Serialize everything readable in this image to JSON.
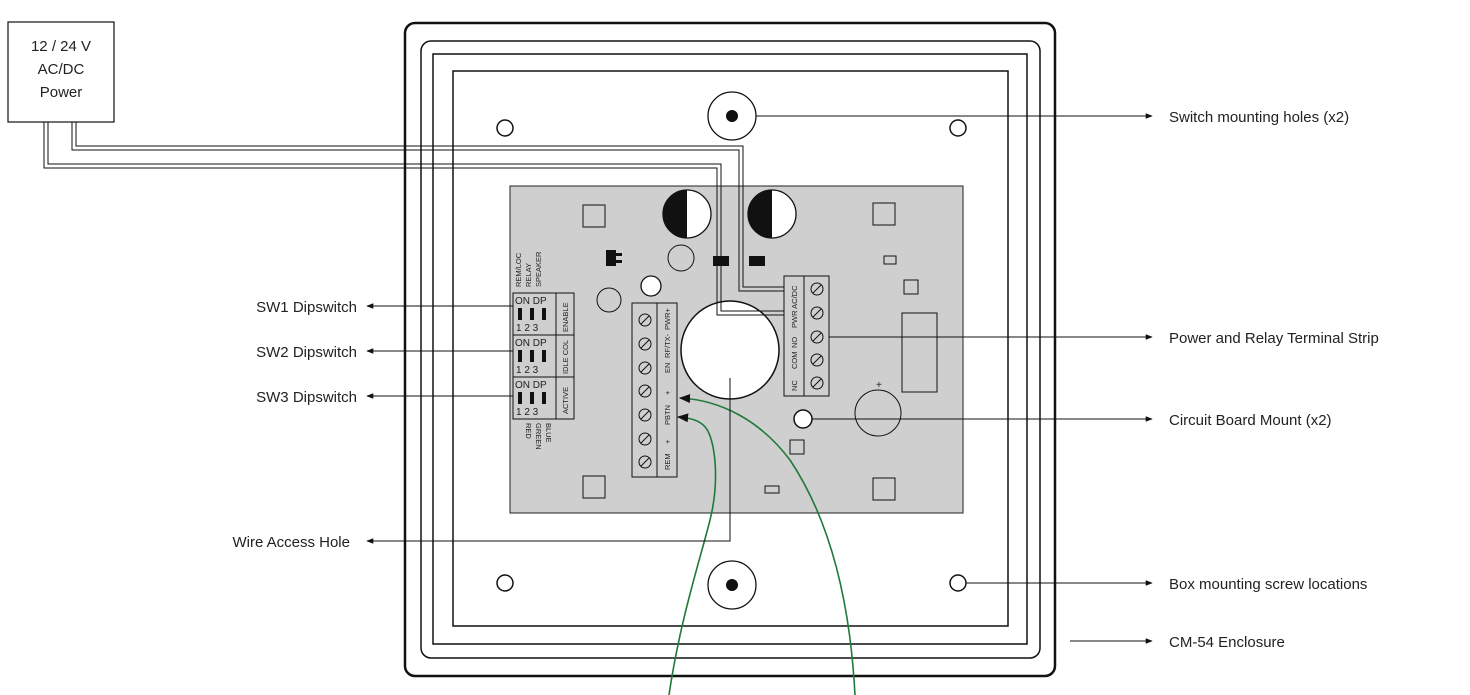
{
  "power_box": {
    "line1": "12 / 24 V",
    "line2": "AC/DC",
    "line3": "Power"
  },
  "callouts": {
    "switch_holes": "Switch mounting holes (x2)",
    "terminal_strip": "Power and Relay Terminal Strip",
    "board_mount": "Circuit Board Mount (x2)",
    "box_screws": "Box mounting screw locations",
    "enclosure": "CM-54 Enclosure",
    "sw1": "SW1 Dipswitch",
    "sw2": "SW2 Dipswitch",
    "sw3": "SW3 Dipswitch",
    "wire_hole": "Wire Access Hole"
  },
  "dip_top_labels": [
    "REM/LOC",
    "RELAY",
    "SPEAKER"
  ],
  "dip_bottom_labels": [
    "RED",
    "GREEN",
    "BLUE"
  ],
  "dipswitches": [
    {
      "header": "ON DP",
      "nums": "1  2  3",
      "side": "ENABLE"
    },
    {
      "header": "ON DP",
      "nums": "1  2  3",
      "side": "IDLE COL"
    },
    {
      "header": "ON DP",
      "nums": "1  2  3",
      "side": "ACTIVE"
    }
  ],
  "left_terminal_labels": [
    "PWR+",
    "RF/TX-",
    "EN",
    "+",
    "PBTN",
    "+",
    "REM"
  ],
  "right_terminal_labels": [
    "PWR AC/DC",
    "NO",
    "COM",
    "NC"
  ],
  "colors": {
    "board": "#cfcfcf",
    "wire_green": "#1f7a3a",
    "line": "#111111"
  }
}
